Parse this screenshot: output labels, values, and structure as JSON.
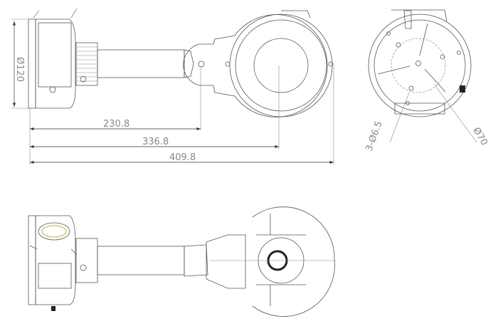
{
  "drawing": {
    "dimensions": {
      "diameter_120": "Ø120",
      "length_230": "230.8",
      "length_336": "336.8",
      "length_409": "409.8",
      "holes": "3-Ø6.5",
      "diameter_70": "Ø70"
    },
    "colors": {
      "line": "#555555",
      "dim": "#888888",
      "accent": "#6a9a3a"
    }
  }
}
